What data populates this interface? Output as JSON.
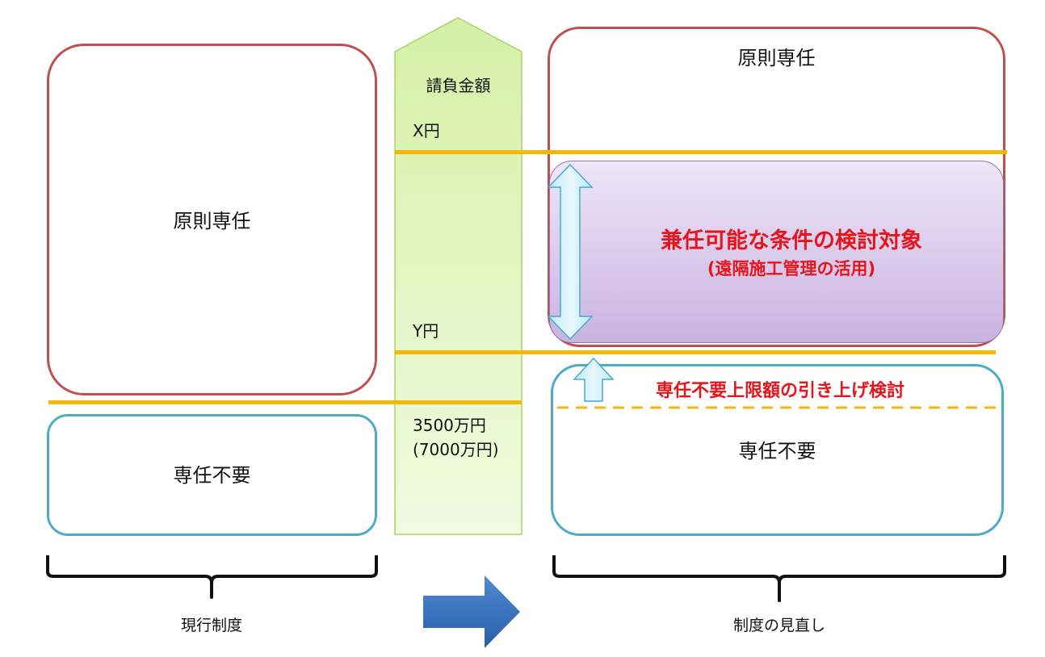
{
  "current": {
    "senin_label": "原則専任",
    "fuyou_label": "専任不要",
    "caption": "現行制度"
  },
  "axis": {
    "title": "請負金額",
    "x_label": "X円",
    "y_label": "Y円",
    "base_label_line1": "3500万円",
    "base_label_line2": "(7000万円)"
  },
  "revised": {
    "senin_label": "原則専任",
    "kennin_title": "兼任可能な条件の検討対象",
    "kennin_sub": "(遠隔施工管理の活用)",
    "raise_label": "専任不要上限額の引き上げ検討",
    "fuyou_label": "専任不要",
    "caption": "制度の見直し"
  },
  "colors": {
    "red_border": "#c0504d",
    "teal_border": "#4bacc6",
    "threshold_line": "#f5b800",
    "emphasis_text": "#e8141b",
    "arrow_blue": "#2e6db4",
    "purple_fill": "#c9b3e0",
    "green_fill": "#e4f7c4"
  }
}
